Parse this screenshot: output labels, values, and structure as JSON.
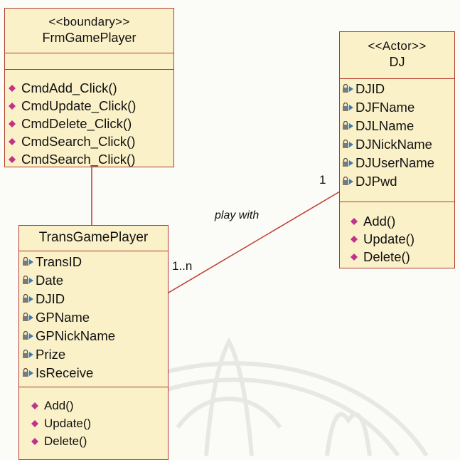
{
  "classes": {
    "frm": {
      "stereotype": "<<boundary>>",
      "name": "FrmGamePlayer",
      "operations": [
        "CmdAdd_Click()",
        "CmdUpdate_Click()",
        "CmdDelete_Click()",
        "CmdSearch_Click()",
        "CmdSearch_Click()"
      ]
    },
    "dj": {
      "stereotype": "<<Actor>>",
      "name": "DJ",
      "attributes": [
        "DJID",
        "DJFName",
        "DJLName",
        "DJNickName",
        "DJUserName",
        "DJPwd"
      ],
      "operations": [
        "Add()",
        "Update()",
        "Delete()"
      ]
    },
    "trans": {
      "name": "TransGamePlayer",
      "attributes": [
        "TransID",
        "Date",
        "DJID",
        "GPName",
        "GPNickName",
        "Prize",
        "IsReceive"
      ],
      "operations": [
        "Add()",
        "Update()",
        "Delete()"
      ]
    }
  },
  "association": {
    "label": "play with",
    "mult_dj": "1",
    "mult_trans": "1..n"
  },
  "colors": {
    "box_fill": "#fbf1c8",
    "box_border": "#b23a2c",
    "line": "#c0392b",
    "op_icon": "#c0338a",
    "attr_icon_lock": "#7a7a7a",
    "attr_icon_body": "#2f7fc8"
  },
  "icons": {
    "operation": "pink-diamond-method-icon",
    "attribute": "locked-private-attribute-icon"
  }
}
